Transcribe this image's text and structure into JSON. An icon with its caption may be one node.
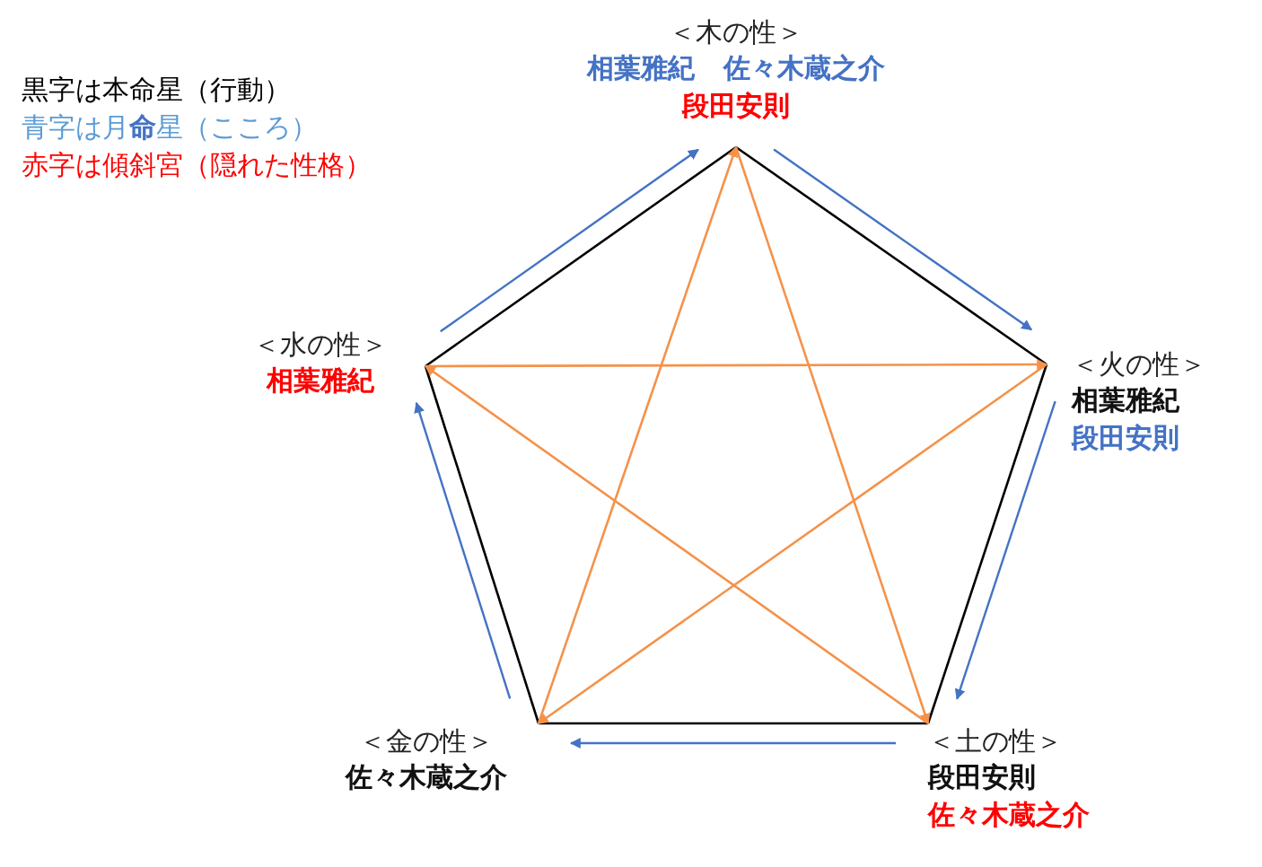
{
  "diagram": {
    "nodes": [
      {
        "text": [
          "＜木の性＞",
          "相葉雅紀",
          "佐々木蔵之介",
          "段田安則"
        ]
      },
      {
        "text": [
          "＜火の性＞",
          "相葉雅紀",
          "段田安則"
        ]
      },
      {
        "text": [
          "＜土の性＞",
          "段田安則",
          "佐々木蔵之介"
        ]
      },
      {
        "text": [
          "＜金の性＞",
          "佐々木蔵之介"
        ]
      },
      {
        "text": [
          "＜水の性＞",
          "相葉雅紀"
        ]
      }
    ],
    "edges": [
      {
        "from": 0,
        "to": 1,
        "arrow": "none"
      },
      {
        "from": 1,
        "to": 2,
        "arrow": "none"
      },
      {
        "from": 2,
        "to": 3,
        "arrow": "none"
      },
      {
        "from": 3,
        "to": 4,
        "arrow": "none"
      },
      {
        "from": 4,
        "to": 0,
        "arrow": "none"
      },
      {
        "from": 0,
        "to": 2,
        "arrow": "to",
        "color": "#f4924a"
      },
      {
        "from": 2,
        "to": 4,
        "arrow": "to",
        "color": "#f4924a"
      },
      {
        "from": 4,
        "to": 1,
        "arrow": "to",
        "color": "#f4924a"
      },
      {
        "from": 1,
        "to": 3,
        "arrow": "to",
        "color": "#f4924a"
      },
      {
        "from": 3,
        "to": 0,
        "arrow": "to",
        "color": "#f4924a"
      },
      {
        "from": 4,
        "to": 0,
        "arrow": "to",
        "color": "#4472c4"
      },
      {
        "from": 0,
        "to": 1,
        "arrow": "to",
        "color": "#4472c4"
      },
      {
        "from": 1,
        "to": 2,
        "arrow": "to",
        "color": "#4472c4"
      },
      {
        "from": 2,
        "to": 3,
        "arrow": "to",
        "color": "#4472c4"
      },
      {
        "from": 3,
        "to": 4,
        "arrow": "to",
        "color": "#4472c4"
      }
    ],
    "legend": [
      {
        "text": "黒字は本命星（行動）",
        "color": "#000000"
      },
      {
        "text": "青字は月**命**星（こころ）",
        "color": "#5b9bd5"
      },
      {
        "text": "赤字は傾斜宮（隠れた性格）",
        "color": "#ff0000"
      }
    ]
  }
}
